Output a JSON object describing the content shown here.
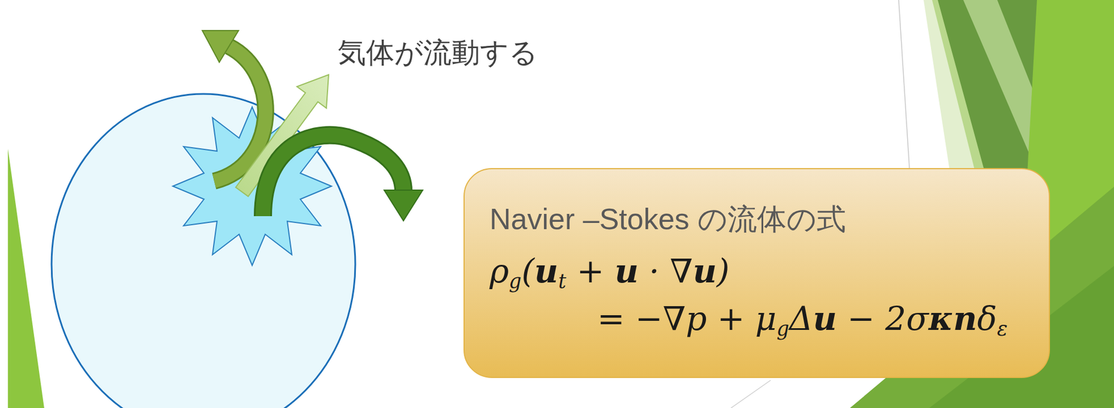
{
  "diagram": {
    "nodes": [
      {
        "text": [
          "Navier –Stokes の流体の式",
          "ρg(ut + u · ∇u) = −∇p + μgΔu − 2σκnδε"
        ]
      }
    ],
    "labels": [
      "気体が流動する"
    ]
  }
}
